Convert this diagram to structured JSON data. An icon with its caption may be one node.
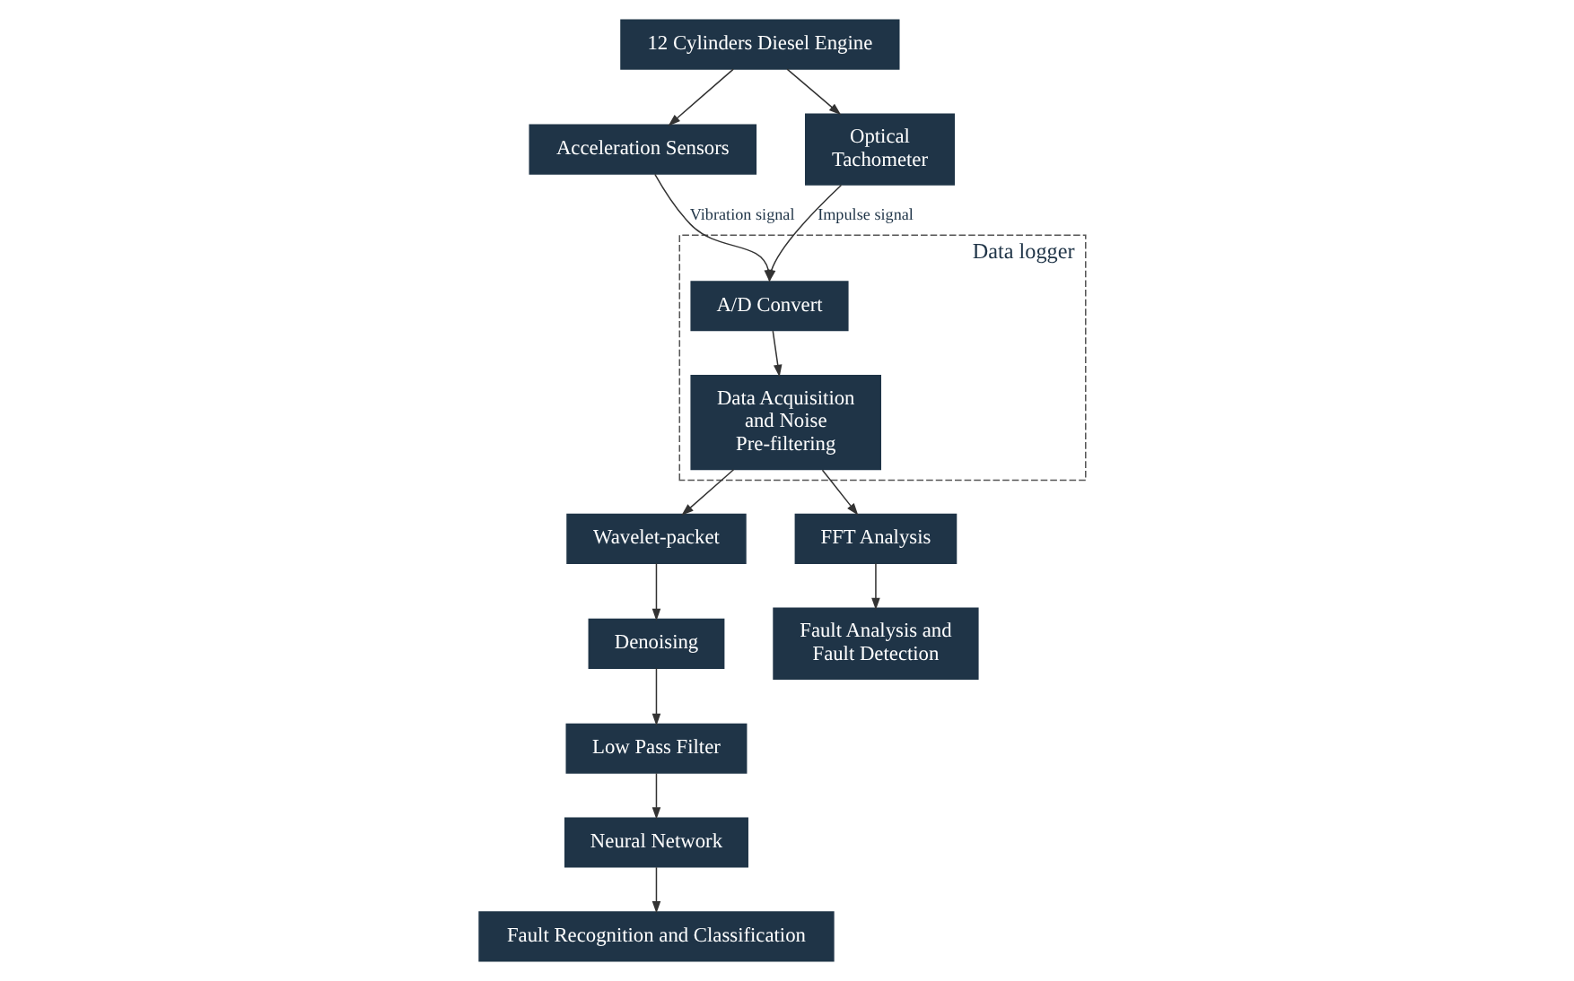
{
  "diagram": {
    "nodes": [
      {
        "text": [
          "12 Cylinders Diesel Engine"
        ]
      },
      {
        "text": [
          "Acceleration Sensors"
        ]
      },
      {
        "text": [
          "Optical Tachometer"
        ]
      },
      {
        "text": [
          "Data logger"
        ]
      },
      {
        "text": [
          "A/D Convert"
        ],
        "in": 3
      },
      {
        "text": [
          "Data Acquisition and Noise Pre-filtering"
        ],
        "in": 3
      },
      {
        "text": [
          "Wavelet-packet"
        ]
      },
      {
        "text": [
          "Denoising"
        ]
      },
      {
        "text": [
          "Low Pass Filter"
        ]
      },
      {
        "text": [
          "Neural Network"
        ]
      },
      {
        "text": [
          "Fault Recognition and Classification"
        ]
      },
      {
        "text": [
          "FFT Analysis"
        ]
      },
      {
        "text": [
          "Fault Analysis and Fault Detection"
        ]
      }
    ],
    "edges": [
      {
        "from": 0,
        "to": 1,
        "arrow": "to"
      },
      {
        "from": 0,
        "to": 2,
        "arrow": "to"
      },
      {
        "from": 1,
        "to": 4,
        "arrow": "to",
        "label": "Vibration signal"
      },
      {
        "from": 2,
        "to": 4,
        "arrow": "to",
        "label": "Impulse signal"
      },
      {
        "from": 4,
        "to": 5,
        "arrow": "to"
      },
      {
        "from": 5,
        "to": 6,
        "arrow": "to"
      },
      {
        "from": 5,
        "to": 11,
        "arrow": "to"
      },
      {
        "from": 6,
        "to": 7,
        "arrow": "to"
      },
      {
        "from": 7,
        "to": 8,
        "arrow": "to"
      },
      {
        "from": 8,
        "to": 9,
        "arrow": "to"
      },
      {
        "from": 9,
        "to": 10,
        "arrow": "to"
      },
      {
        "from": 11,
        "to": 12,
        "arrow": "to"
      }
    ]
  }
}
